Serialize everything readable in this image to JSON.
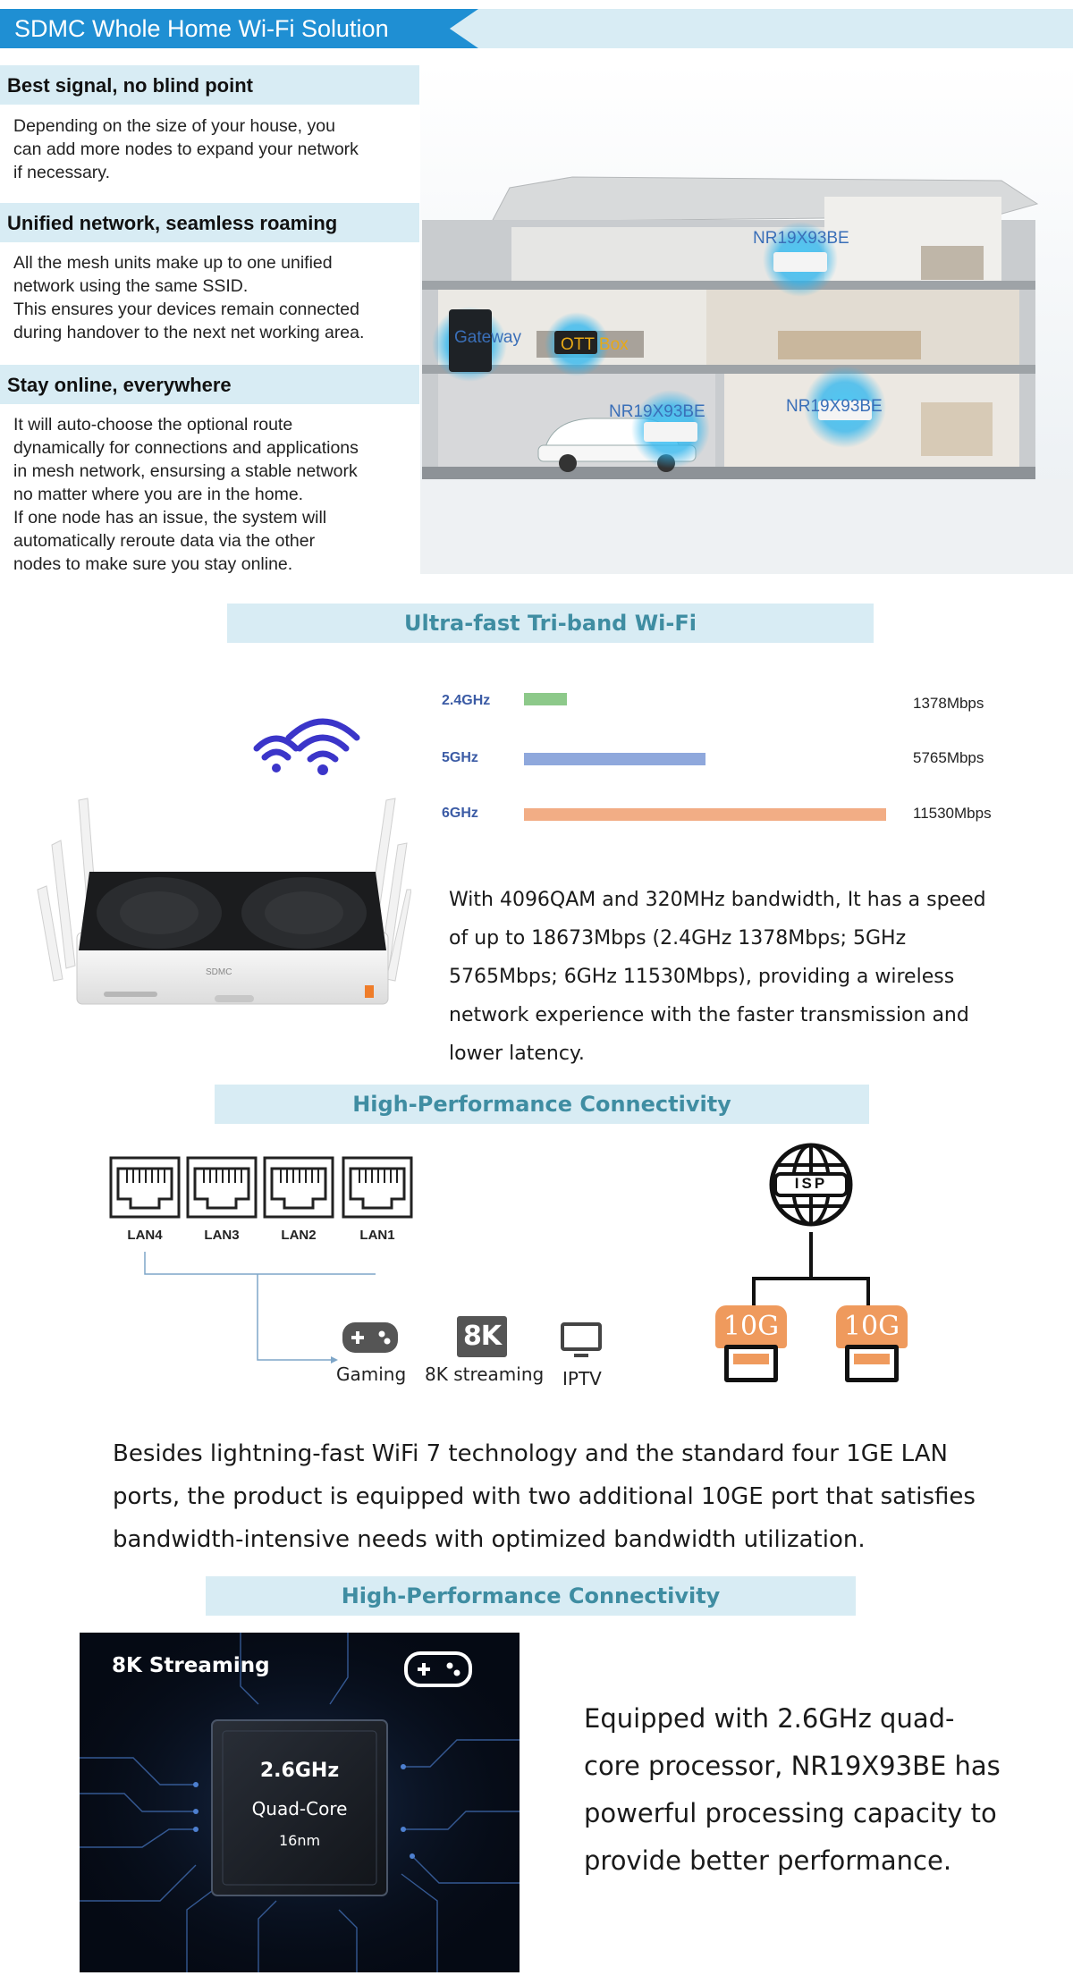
{
  "header": {
    "title": "SDMC Whole Home Wi-Fi Solution"
  },
  "features": [
    {
      "title": "Best signal, no blind point",
      "lines": [
        "Depending on the size of your house, you",
        "can add more nodes to expand your network",
        "if necessary."
      ]
    },
    {
      "title": "Unified network, seamless roaming",
      "lines": [
        "All the mesh units make up to one unified",
        "network using the same SSID.",
        "This ensures your devices remain connected",
        "during handover to the next net working area."
      ]
    },
    {
      "title": "Stay online, everywhere",
      "lines": [
        "It will auto-choose the optional route",
        "dynamically for connections and applications",
        "in mesh network, ensursing a stable network",
        "no matter where you are in the home.",
        "If one node has an issue, the system will",
        "automatically reroute data via the other",
        "nodes to make sure you stay online."
      ]
    }
  ],
  "house": {
    "labels": {
      "node_top": "NR19X93BE",
      "gateway": "Gateway",
      "ott": "OTT Box",
      "node_left": "NR19X93BE",
      "node_right": "NR19X93BE"
    }
  },
  "triband": {
    "banner": "Ultra-fast Tri-band Wi-Fi",
    "bands": [
      {
        "label": "2.4GHz",
        "speed": "1378Mbps",
        "mbps": 1378,
        "color": "#8dc98a"
      },
      {
        "label": "5GHz",
        "speed": "5765Mbps",
        "mbps": 5765,
        "color": "#8fa8dc"
      },
      {
        "label": "6GHz",
        "speed": "11530Mbps",
        "mbps": 11530,
        "color": "#f2ad85"
      }
    ],
    "router_brand": "SDMC",
    "description": [
      "With 4096QAM and 320MHz bandwidth, It has a speed",
      "of up to 18673Mbps (2.4GHz 1378Mbps; 5GHz",
      "5765Mbps; 6GHz 11530Mbps), providing a wireless",
      "network experience with the faster transmission and",
      "lower latency."
    ]
  },
  "connectivity": {
    "banner": "High-Performance Connectivity",
    "lan_ports": [
      "LAN4",
      "LAN3",
      "LAN2",
      "LAN1"
    ],
    "apps": [
      {
        "label": "Gaming",
        "icon": "gamepad-icon"
      },
      {
        "label": "8K streaming",
        "icon": "8k-icon",
        "badge": "8K"
      },
      {
        "label": "IPTV",
        "icon": "tv-icon"
      }
    ],
    "isp_label": "ISP",
    "ten_g_ports": [
      "10G",
      "10G"
    ],
    "description": [
      "Besides lightning-fast WiFi 7 technology and the standard four 1GE LAN",
      "ports, the product is equipped with two additional 10GE port that satisfies",
      "bandwidth-intensive needs with optimized bandwidth utilization."
    ]
  },
  "processor": {
    "banner": "High-Performance Connectivity",
    "panel_title": "8K Streaming",
    "chip_freq": "2.6GHz",
    "chip_cores": "Quad-Core",
    "chip_node": "16nm",
    "description": [
      "Equipped with 2.6GHz quad-",
      "core processor, NR19X93BE has",
      "powerful processing capacity to",
      "provide better performance."
    ]
  },
  "colors": {
    "header_blue": "#1f8fd3",
    "banner_bg": "#d8ecf4",
    "banner_text": "#3f8da2",
    "port_orange": "#ef9a5d"
  }
}
